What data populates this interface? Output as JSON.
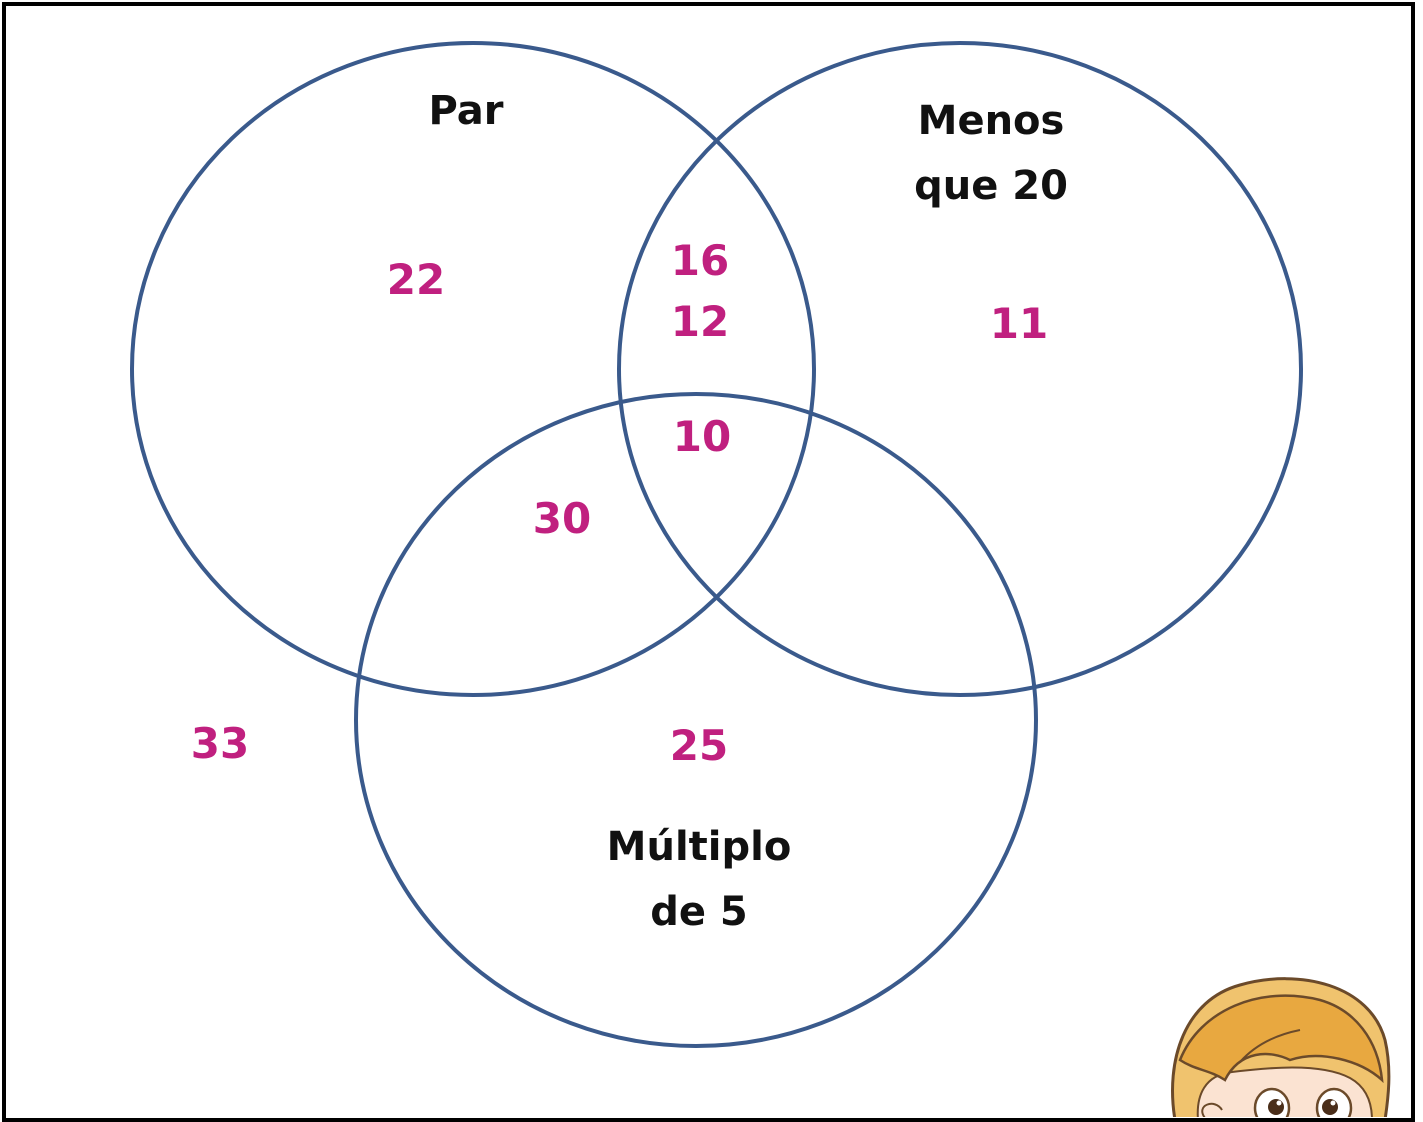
{
  "diagram": {
    "sets": {
      "par": {
        "label": "Par"
      },
      "menos": {
        "line1": "Menos",
        "line2": "que 20"
      },
      "multiplo": {
        "line1": "Múltiplo",
        "line2": "de 5"
      }
    },
    "numbers": {
      "only_par": "22",
      "par_menos_a": "16",
      "par_menos_b": "12",
      "only_menos": "11",
      "all_three": "10",
      "par_multiplo": "30",
      "outside": "33",
      "only_multiplo": "25"
    },
    "colors": {
      "circle_stroke": "#3a5a8c",
      "number_fill": "#c0207f",
      "label_fill": "#111111",
      "hair": "#f0c36e",
      "skin": "#fbe3d2"
    },
    "icons": {
      "character": "girl-face-illustration"
    }
  }
}
